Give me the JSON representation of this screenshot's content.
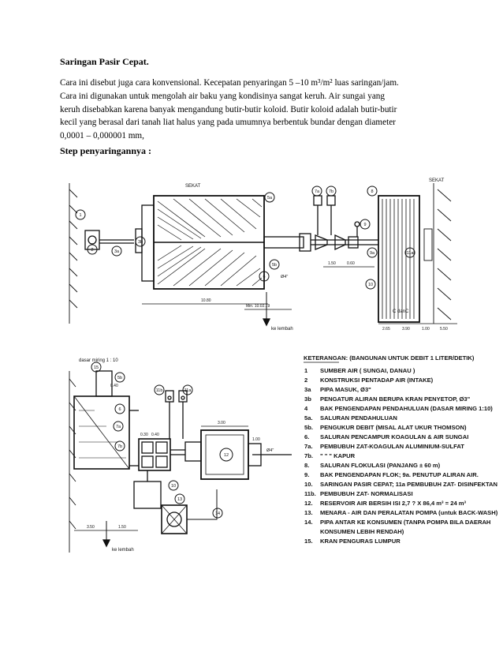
{
  "document": {
    "title": "Saringan Pasir Cepat.",
    "paragraph_lines": [
      "Cara ini disebut juga cara konvensional.  Kecepatan penyaringan  5 –10 m³/m² luas saringan/jam.",
      "Cara ini digunakan  untuk mengolah  air baku yang kondisinya  sangat keruh. Air sungai  yang",
      "keruh disebabkan karena banyak mengandung  butir-butir koloid.  Butir koloid adalah butir-butir",
      "kecil yang berasal dari tanah liat halus yang pada umumnya berbentuk bundar dengan diameter",
      "0,0001 – 0,000001 mm,"
    ],
    "steps_heading": "Step penyaringannya  :"
  },
  "diagram": {
    "top_labels": {
      "sekat_left": "SEKAT",
      "sekat_right": "SEKAT",
      "ke_lembah": "ke lembah",
      "c_danc": "C danC",
      "dim_main": "10.80",
      "dim_pipe": "Min. 10.02.19",
      "dim_s1": "2.65",
      "dim_s2": "3.90",
      "dim_s3": "1.00",
      "dim_s4": "5.50",
      "dim_r1": "1.50",
      "dim_r2": "0.60",
      "phi_note": "Ø4\""
    },
    "top_callouts": [
      "1",
      "2",
      "3a",
      "3b",
      "5a",
      "5b",
      "6",
      "7a",
      "7b",
      "8",
      "9",
      "9a",
      "10",
      "11a"
    ],
    "bottom_labels": {
      "dasar_miring": "dasar miring  1 : 10",
      "ke_lembah": "ke lembah",
      "dim_bottom_left": "3.50",
      "dim_bottom_mid": "1.50",
      "dim_tank": "3.00",
      "dim_side": "1.00",
      "dim_small1": "0.30",
      "dim_small2": "0.40",
      "dim_small3": "0.40",
      "dim_pipe": "Ø4\""
    },
    "bottom_callouts": [
      "11b",
      "11a",
      "12",
      "13",
      "14",
      "15",
      "5b",
      "6",
      "7a",
      "7b",
      "10"
    ],
    "legend": {
      "title": "KETERANGAN: (BANGUNAN UNTUK DEBIT 1 LITER/DETIK)",
      "items": [
        {
          "num": "1",
          "text": "SUMBER AIR ( SUNGAI, DANAU )"
        },
        {
          "num": "2",
          "text": "KONSTRUKSI PENTADAP AIR  (INTAKE)"
        },
        {
          "num": "3a",
          "text": "PIPA MASUK, Ø3\""
        },
        {
          "num": "3b",
          "text": "PENGATUR ALIRAN BERUPA KRAN  PENYETOP, Ø3\""
        },
        {
          "num": "4",
          "text": "BAK PENGENDAPAN PENDAHULUAN (DASAR MIRING  1:10)"
        },
        {
          "num": "5a.",
          "text": "SALURAN PENDAHULUAN"
        },
        {
          "num": "5b.",
          "text": "PENGUKUR DEBIT (MISAL  ALAT UKUR THOMSON)"
        },
        {
          "num": "6.",
          "text": "SALURAN PENCAMPUR KOAGULAN  &  AIR SUNGAI"
        },
        {
          "num": "7a.",
          "text": "PEMBUBUH ZAT-KOAGULAN  ALUMINIUM-SULFAT"
        },
        {
          "num": "7b.",
          "text": "\"         \"          \"         KAPUR"
        },
        {
          "num": "8.",
          "text": "SALURAN FLOKULASI (PANJANG ± 60  m)"
        },
        {
          "num": "9.",
          "text": "BAK PENGENDAPAN FLOK; 9a. PENUTUP ALIRAN AIR."
        },
        {
          "num": "10.",
          "text": "SARINGAN PASIR CEPAT;  11a PEMBUBUH ZAT- DISINFEKTAN"
        },
        {
          "num": "11b.",
          "text": "PEMBUBUH  ZAT- NORMALISASI"
        },
        {
          "num": "12.",
          "text": "RESERVOIR AIR BERSIH ISI  2,7 ? X 86,4  m³ = 24  m³"
        },
        {
          "num": "13.",
          "text": "MENARA - AIR DAN PERALATAN POMPA  (untuk BACK-WASH)"
        },
        {
          "num": "14.",
          "text": "PIPA ANTAR KE KONSUMEN  (TANPA POMPA BILA DAERAH"
        },
        {
          "num": "",
          "text": "KONSUMEN LEBIH RENDAH)"
        },
        {
          "num": "15.",
          "text": "KRAN PENGURAS LUMPUR"
        }
      ]
    }
  }
}
